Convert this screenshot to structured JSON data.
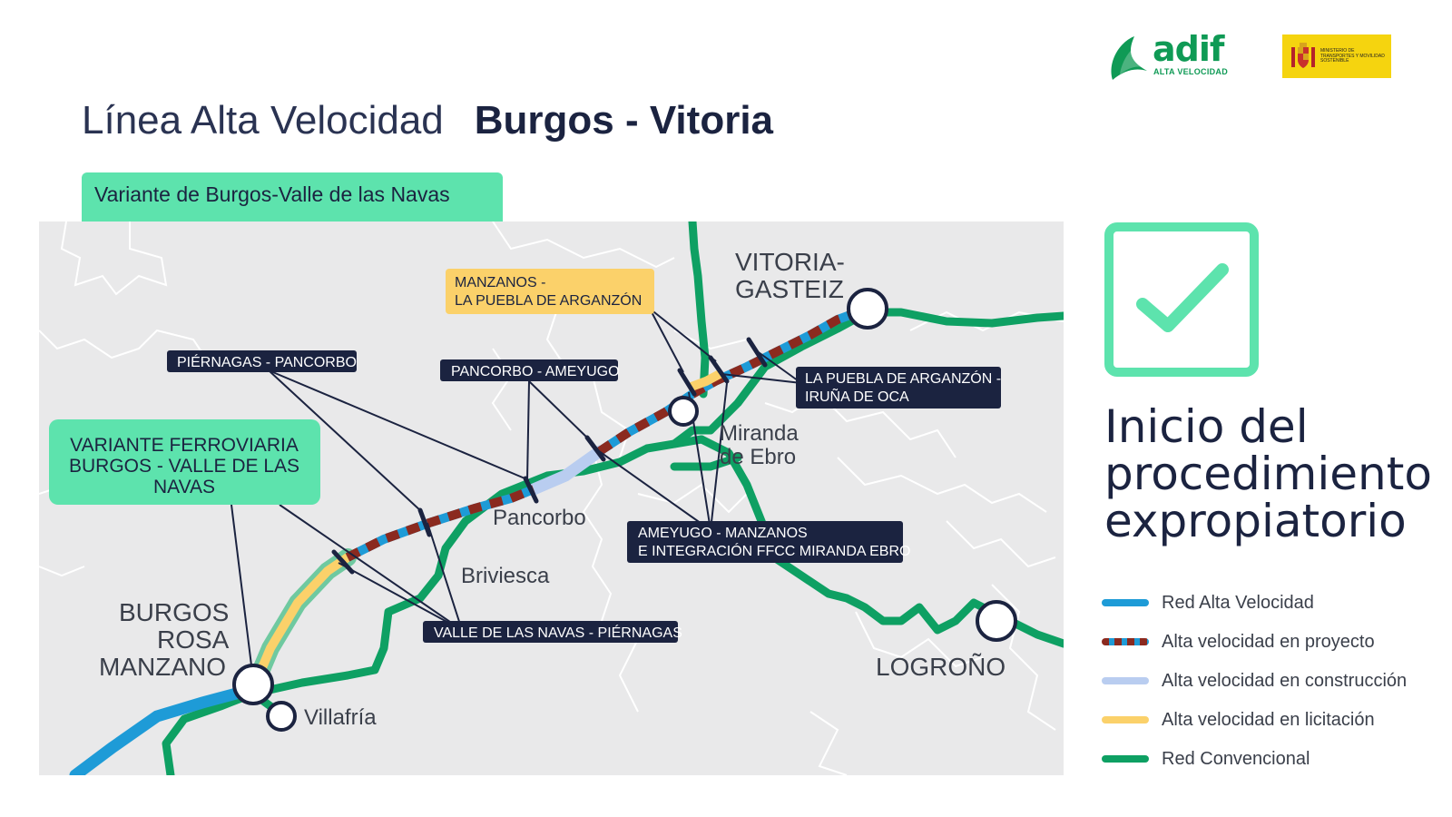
{
  "header": {
    "title_light": "Línea Alta Velocidad",
    "title_bold": "Burgos - Vitoria",
    "tab_label": "Variante de Burgos-Valle de las Navas"
  },
  "logos": {
    "adif_word": "adif",
    "adif_sub": "ALTA VELOCIDAD",
    "ministry_text": "MINISTERIO DE TRANSPORTES Y MOVILIDAD SOSTENIBLE"
  },
  "map": {
    "cities": {
      "vitoria": "VITORIA-\nGASTEIZ",
      "vitoria_line1": "VITORIA-",
      "vitoria_line2": "GASTEIZ",
      "miranda_line1": "Miranda",
      "miranda_line2": "de Ebro",
      "pancorbo": "Pancorbo",
      "briviesca": "Briviesca",
      "burgos_line1": "BURGOS",
      "burgos_line2": "ROSA",
      "burgos_line3": "MANZANO",
      "villafria": "Villafría",
      "logrono": "LOGROÑO"
    },
    "sections": {
      "manzanos_puebla_line1": "MANZANOS -",
      "manzanos_puebla_line2": "LA PUEBLA DE ARGANZÓN",
      "piernagas_pancorbo": "PIÉRNAGAS - PANCORBO",
      "pancorbo_ameyugo": "PANCORBO - AMEYUGO",
      "puebla_iruna_line1": "LA PUEBLA DE ARGANZÓN -",
      "puebla_iruna_line2": "IRUÑA DE OCA",
      "ameyugo_manzanos_line1": "AMEYUGO - MANZANOS",
      "ameyugo_manzanos_line2": "E INTEGRACIÓN FFCC MIRANDA EBRO",
      "valle_piernagas": "VALLE DE LAS NAVAS - PIÉRNAGAS",
      "variante_line1": "VARIANTE FERROVIARIA",
      "variante_line2": "BURGOS - VALLE DE LAS",
      "variante_line3": "NAVAS"
    }
  },
  "status": {
    "line1": "Inicio del",
    "line2": "procedimiento",
    "line3": "expropiatorio"
  },
  "legend": [
    {
      "label": "Red Alta Velocidad",
      "color": "#1e9bd7",
      "style": "solid"
    },
    {
      "label": "Alta velocidad en proyecto",
      "color": "#8b2a1f",
      "style": "dashed",
      "alt_color": "#1e9bd7"
    },
    {
      "label": "Alta velocidad en construcción",
      "color": "#b9cdf0",
      "style": "solid"
    },
    {
      "label": "Alta velocidad en licitación",
      "color": "#fbd16a",
      "style": "solid"
    },
    {
      "label": "Red Convencional",
      "color": "#0ea063",
      "style": "solid"
    }
  ],
  "colors": {
    "brand_green": "#0f9a55",
    "highlight_green": "#5de3ad",
    "navy": "#1b2340",
    "map_bg": "#e9e9ea"
  }
}
